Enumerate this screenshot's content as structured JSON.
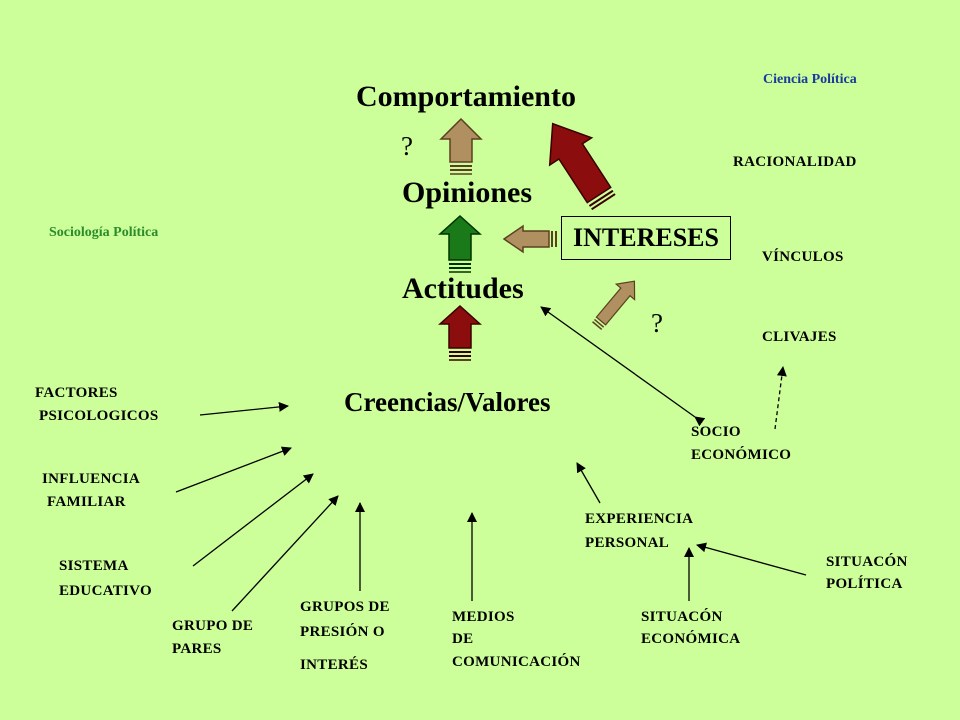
{
  "colors": {
    "background": "#ccff99",
    "arrow_green": "#1a7a1a",
    "arrow_darkred": "#8b0d0d",
    "arrow_tan": "#b09060",
    "label_green": "#2c8c2c",
    "label_blue": "#1a3aa0"
  },
  "center": {
    "comportamiento": "Comportamiento",
    "opiniones": "Opiniones",
    "actitudes": "Actitudes",
    "creencias": "Creencias/Valores",
    "intereses": "INTERESES",
    "question_1": "?",
    "question_2": "?"
  },
  "sides": {
    "ciencia_politica": "Ciencia Política",
    "sociologia_politica": "Sociología Política"
  },
  "right_list": {
    "racionalidad": "RACIONALIDAD",
    "vinculos": "VÍNCULOS",
    "clivajes": "CLIVAJES"
  },
  "factors": {
    "psicologicos": [
      "FACTORES",
      "PSICOLOGICOS"
    ],
    "familiar": [
      "INFLUENCIA",
      "FAMILIAR"
    ],
    "educativo": [
      "SISTEMA",
      "EDUCATIVO"
    ],
    "pares": [
      "GRUPO DE",
      "PARES"
    ],
    "presion": [
      "GRUPOS DE",
      "PRESIÓN O",
      "INTERÉS"
    ],
    "medios": [
      "MEDIOS",
      "DE",
      "COMUNICACIÓN"
    ],
    "economica": [
      "SITUACÓN",
      "ECONÓMICA"
    ],
    "experiencia": [
      "EXPERIENCIA",
      "PERSONAL"
    ],
    "politica": [
      "SITUACÓN",
      "POLÍTICA"
    ],
    "socio": [
      "SOCIO",
      "ECONÓMICO"
    ]
  }
}
